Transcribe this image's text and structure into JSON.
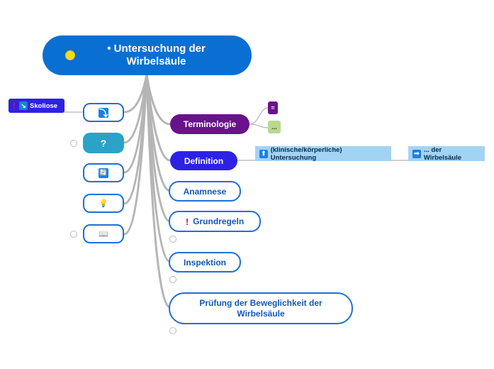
{
  "root": {
    "title": "• Untersuchung der Wirbelsäule"
  },
  "left_nodes": [
    {
      "icon": "arrow-return-icon",
      "glyph": "⤵"
    },
    {
      "icon": "question-icon",
      "glyph": "?"
    },
    {
      "icon": "refresh-icon",
      "glyph": "🔄"
    },
    {
      "icon": "lightbulb-icon",
      "glyph": "💡"
    },
    {
      "icon": "book-icon",
      "glyph": "📖"
    }
  ],
  "skoliose": {
    "text": "Skoliose"
  },
  "right_nodes": {
    "terminologie": "Terminologie",
    "definition": "Definition",
    "anamnese": "Anamnese",
    "grundregeln": "Grundregeln",
    "inspektion": "Inspektion",
    "pruefung": "Prüfung der Beweglichkeit der Wirbelsäule"
  },
  "terminologie_children": {
    "equals": "=",
    "ellipsis": "..."
  },
  "definition_children": {
    "untersuchung": "(klinische/körperliche) Untersuchung",
    "wirbelsaeule": "... der Wirbelsäule"
  },
  "colors": {
    "root": "#0a6fd3",
    "terminologie": "#6a118c",
    "definition": "#2e21e6",
    "outline": "#1f6fd6",
    "connector": "#b5b5b5",
    "label_bg": "#a3d3f3"
  }
}
